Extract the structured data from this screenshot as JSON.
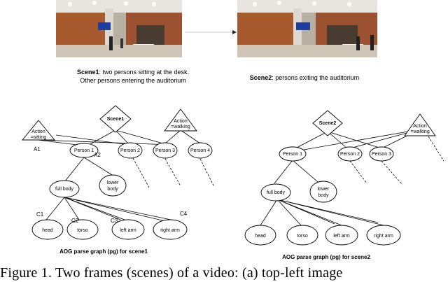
{
  "scenes": [
    {
      "caption_label": "Scene1",
      "caption_line1": ": two persons sitting at the desk.",
      "caption_line2": "Other persons entering the auditorium"
    },
    {
      "caption_label": "Scene2",
      "caption_line1": ": persons exiting the auditorium"
    }
  ],
  "graph1": {
    "root": "Scene1",
    "action_sitting": [
      "Action",
      "=sitting"
    ],
    "action_walking": [
      "Action",
      "=walking"
    ],
    "person1": "Person 1",
    "person2": "Person 2",
    "person3": "Person 3",
    "person4": "Person 4",
    "full_body": "full body",
    "lower_body": [
      "lower",
      "body"
    ],
    "head": "head",
    "torso": "torso",
    "left_arm": "left arm",
    "right_arm": "right arm",
    "label_a1": "A1",
    "label_a2": "A2",
    "label_c1": "C1",
    "label_c2": "C2",
    "label_c3": "C3",
    "label_c4": "C4",
    "caption": "AOG parse graph (pg) for scene1"
  },
  "graph2": {
    "root": "Scene2",
    "action_walking": [
      "Action",
      "=walking"
    ],
    "person1": "Person 1",
    "person2": "Person 2",
    "person3": "Person 3",
    "full_body": "full body",
    "lower_body": [
      "lower",
      "body"
    ],
    "head": "head",
    "torso": "torso",
    "left_arm": "left arm",
    "right_arm": "right arm",
    "caption": "AOG parse graph (pg) for scene2"
  },
  "figure_caption": "Figure 1.  Two frames (scenes) of a video:  (a) top-left image"
}
